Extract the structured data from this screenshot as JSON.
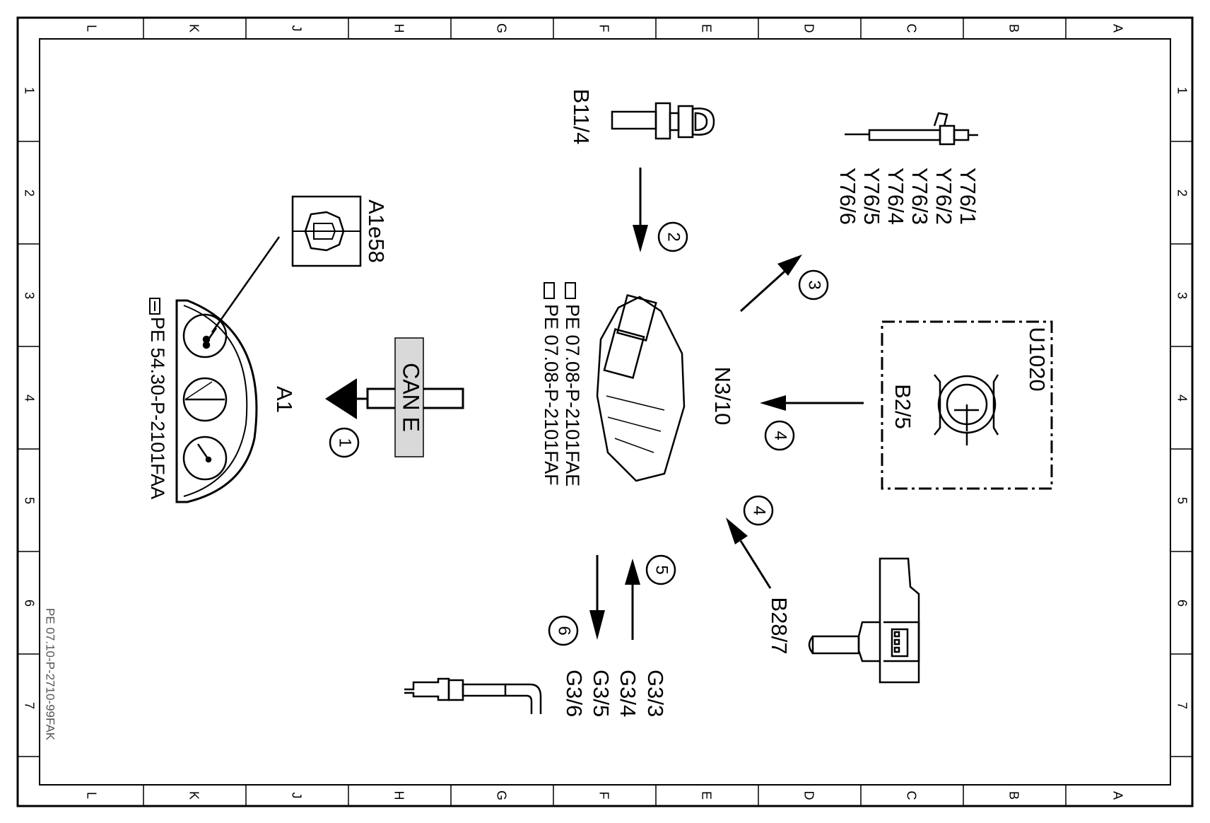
{
  "border": {
    "columns": [
      "L",
      "K",
      "J",
      "H",
      "G",
      "F",
      "E",
      "D",
      "C",
      "B",
      "A"
    ],
    "rows": [
      "1",
      "2",
      "3",
      "4",
      "5",
      "6",
      "7"
    ]
  },
  "sheet_code": "PE 07.10-P-2710-99FAK",
  "components": {
    "a1": {
      "label": "A1",
      "ref": "PE 54.30-P-2101FAA"
    },
    "a1e58": {
      "label": "A1e58"
    },
    "b11_4": {
      "label": "B11/4"
    },
    "n3_10": {
      "label": "N3/10",
      "refs": [
        "PE 07.08-P-2101FAE",
        "PE 07.08-P-2101FAF"
      ]
    },
    "y76": {
      "labels": [
        "Y76/1",
        "Y76/2",
        "Y76/3",
        "Y76/4",
        "Y76/5",
        "Y76/6"
      ]
    },
    "u1020": {
      "label": "U1020"
    },
    "b2_5": {
      "label": "B2/5"
    },
    "b28_7": {
      "label": "B28/7"
    },
    "g3": {
      "labels": [
        "G3/3",
        "G3/4",
        "G3/5",
        "G3/6"
      ]
    }
  },
  "can_bus": {
    "label": "CAN E"
  },
  "steps": [
    "1",
    "2",
    "3",
    "4",
    "4",
    "5",
    "6"
  ]
}
